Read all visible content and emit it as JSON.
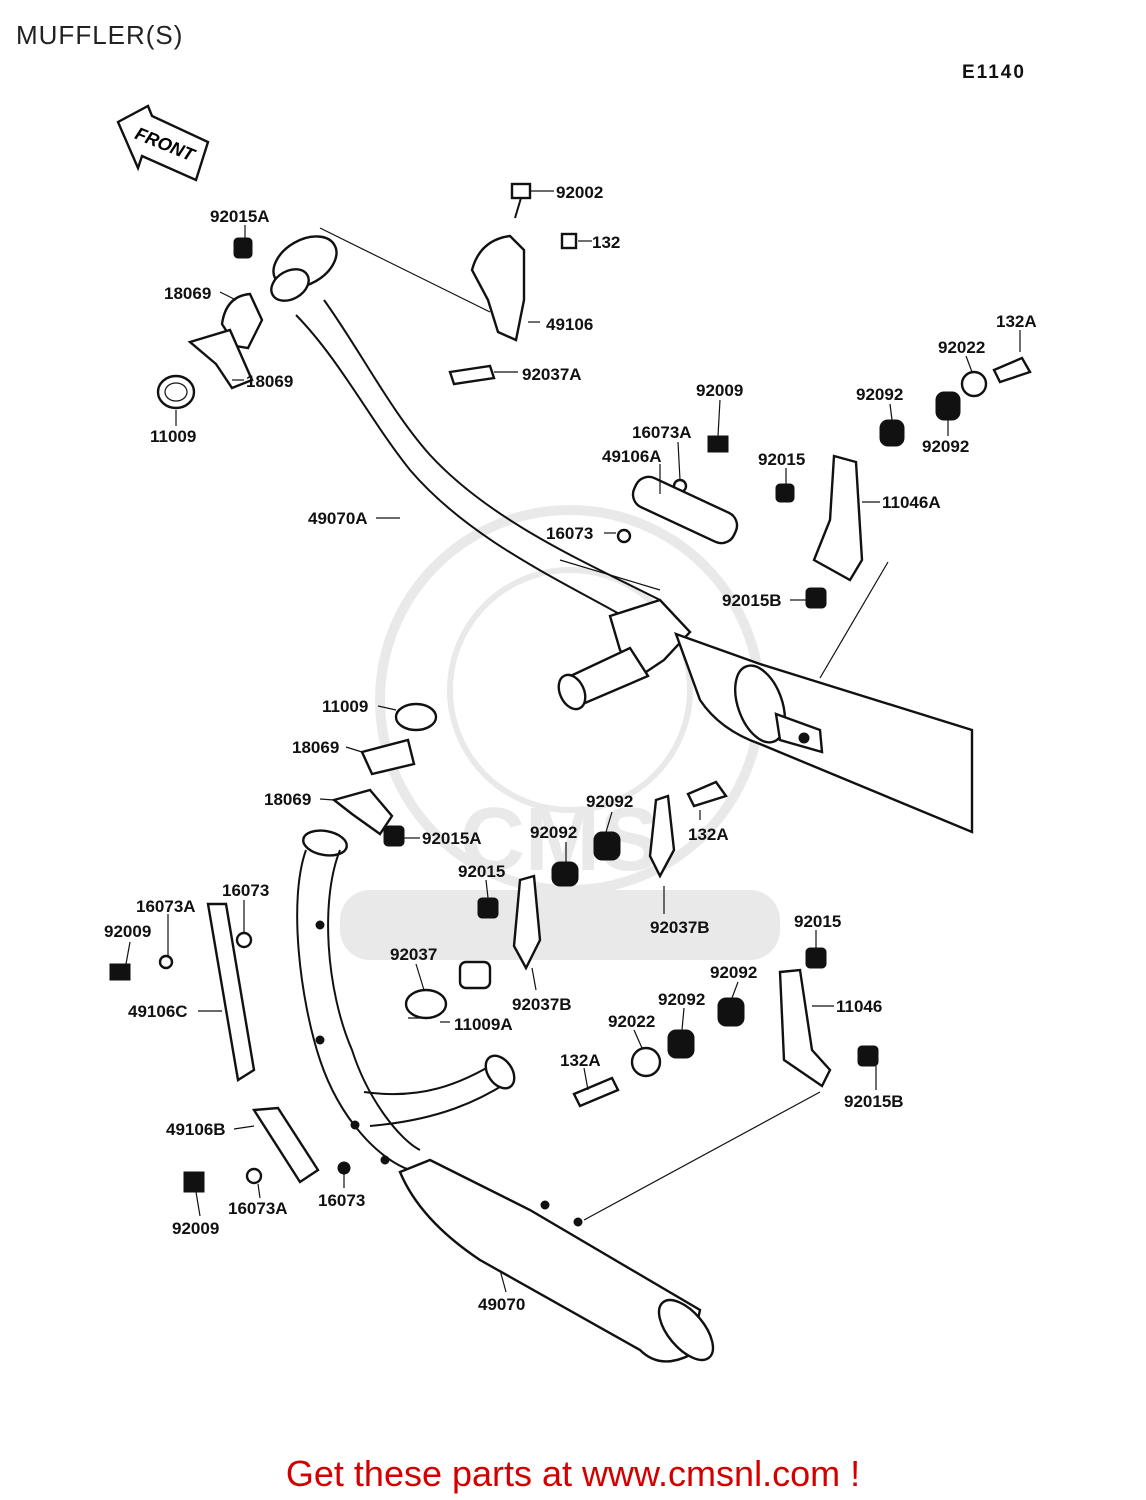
{
  "title": "MUFFLER(S)",
  "diagram_code": "E1140",
  "direction_label": "FRONT",
  "watermark": "CMS WWW.CMSNL.COM",
  "cta": "Get these parts at www.cmsnl.com !",
  "parts": [
    "92002",
    "132",
    "49106",
    "92037A",
    "92015A",
    "18069",
    "18069",
    "11009",
    "132A",
    "92022",
    "92092",
    "92092",
    "92009",
    "16073A",
    "49106A",
    "92015",
    "11046A",
    "49070A",
    "16073",
    "92015B",
    "11009",
    "18069",
    "18069",
    "92015A",
    "92092",
    "92092",
    "132A",
    "92015",
    "92037B",
    "16073A",
    "16073",
    "92009",
    "49106C",
    "92037",
    "11009A",
    "92037B",
    "92015",
    "92092",
    "11046",
    "92092",
    "92022",
    "132A",
    "92015B",
    "49106B",
    "92009",
    "16073A",
    "16073",
    "49070"
  ]
}
